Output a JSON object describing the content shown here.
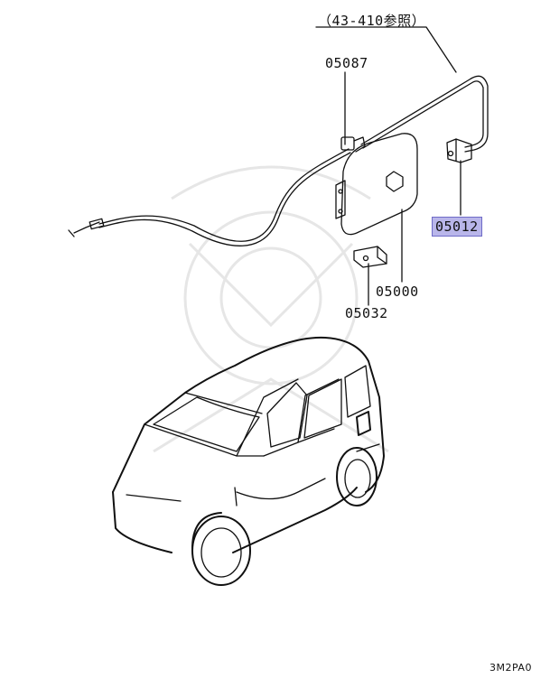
{
  "callouts": {
    "ref": "（43-410参照）",
    "p05087": "05087",
    "p05012": "05012",
    "p05000": "05000",
    "p05032": "05032"
  },
  "highlight_color": "#b9b6ea",
  "figure_code": "3M2PA0"
}
